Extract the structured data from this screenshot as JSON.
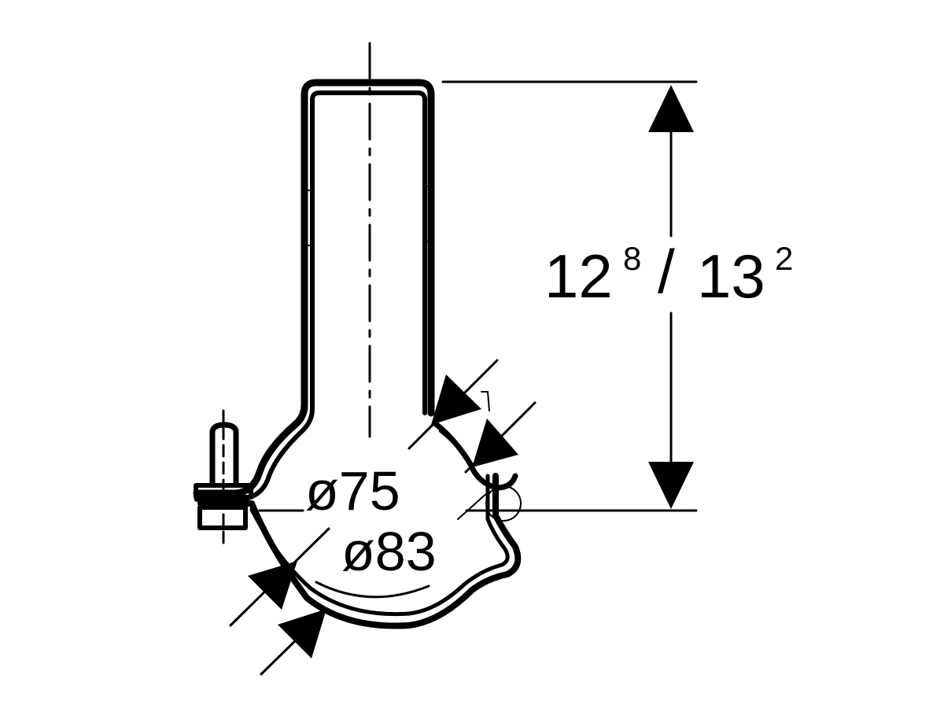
{
  "diagram": {
    "type": "technical-drawing",
    "subject": "pipe bend with clamp",
    "colors": {
      "line": "#000000",
      "background": "#ffffff"
    },
    "dimensions": {
      "height": {
        "main_a": "12",
        "sup_a": "8",
        "separator": "/",
        "main_b": "13",
        "sup_b": "2"
      },
      "inner_diameter": "ø75",
      "outer_diameter": "ø83"
    }
  }
}
